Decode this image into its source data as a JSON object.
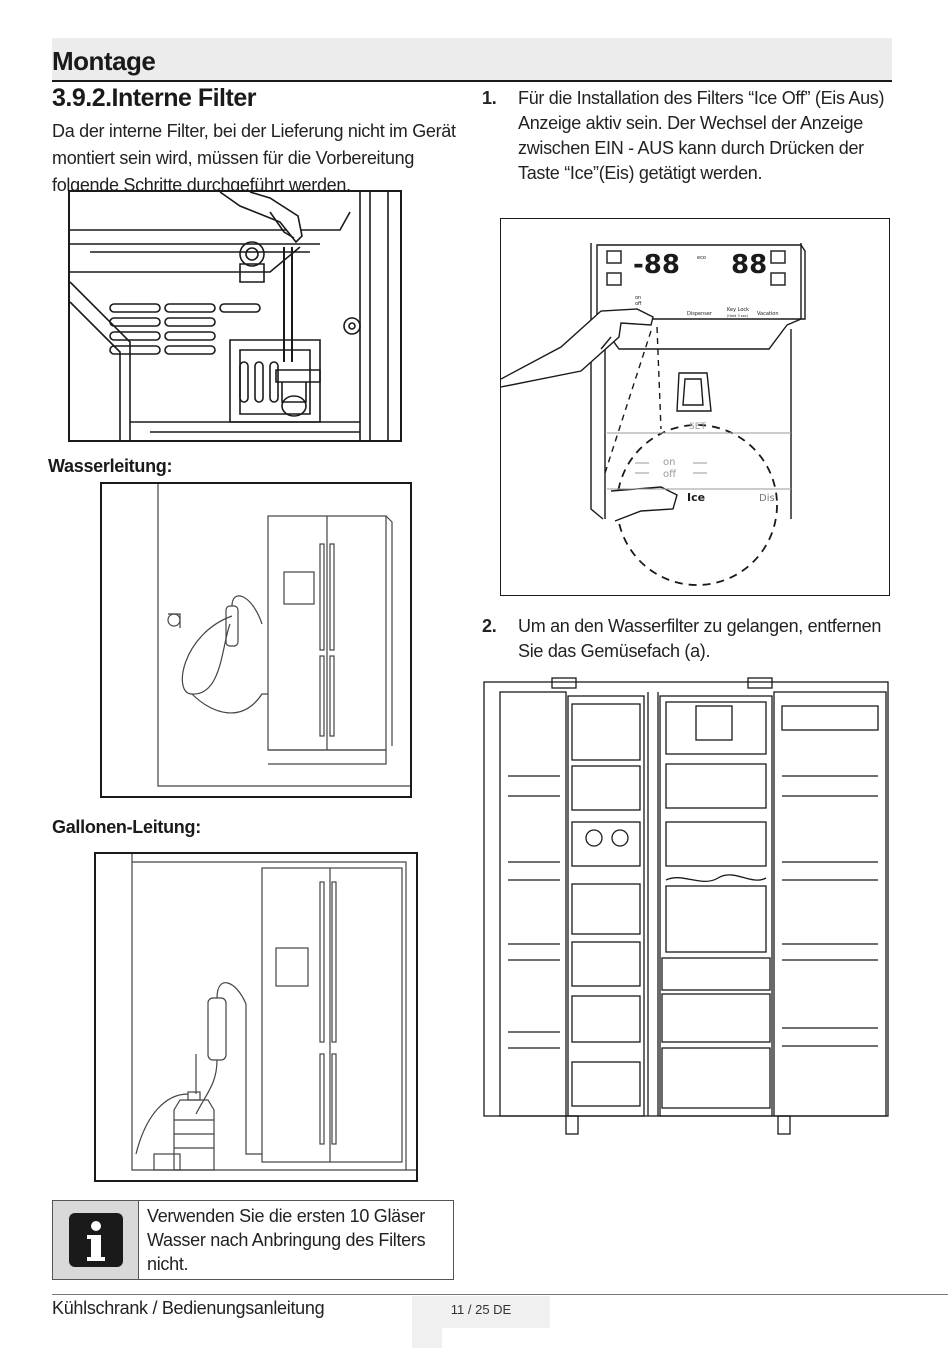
{
  "header": {
    "section_title": "Montage"
  },
  "content": {
    "sub_heading": "3.9.2.Interne Filter",
    "intro": "Da der interne Filter, bei der Lieferung nicht im Gerät montiert sein wird, müssen für die Vorbereitung folgende Schritte durchgeführt werden.",
    "label_water": "Wasserleitung:",
    "label_gallon": "Gallonen-Leitung:"
  },
  "steps": [
    {
      "num": "1.",
      "text": "Für die Installation des Filters “Ice Off” (Eis Aus) Anzeige aktiv sein. Der Wechsel der Anzeige zwischen EIN - AUS kann durch Drücken der Taste “Ice”(Eis) getätigt werden."
    },
    {
      "num": "2.",
      "text": "Um an den Wasserfilter zu gelangen, entfernen Sie das Gemüsefach (a)."
    }
  ],
  "panel_figure": {
    "display_left": "-88",
    "display_right": "88",
    "eco": "eco",
    "on": "on",
    "off": "off",
    "dispenser": "Dispenser",
    "key_lock": "Key Lock",
    "key_lock_hint": "(Hold 3 sec)",
    "vacation": "Vacation",
    "zoom_on": "on",
    "zoom_off": "off",
    "zoom_set": "SET",
    "zoom_ice": "Ice",
    "zoom_dis": "Dis"
  },
  "info": {
    "icon": "info-icon",
    "text": "Verwenden Sie die ersten 10 Gläser Wasser nach Anbringung des Filters nicht."
  },
  "footer": {
    "left": "Kühlschrank / Bedienungsanleitung",
    "page": "11 / 25  DE"
  }
}
